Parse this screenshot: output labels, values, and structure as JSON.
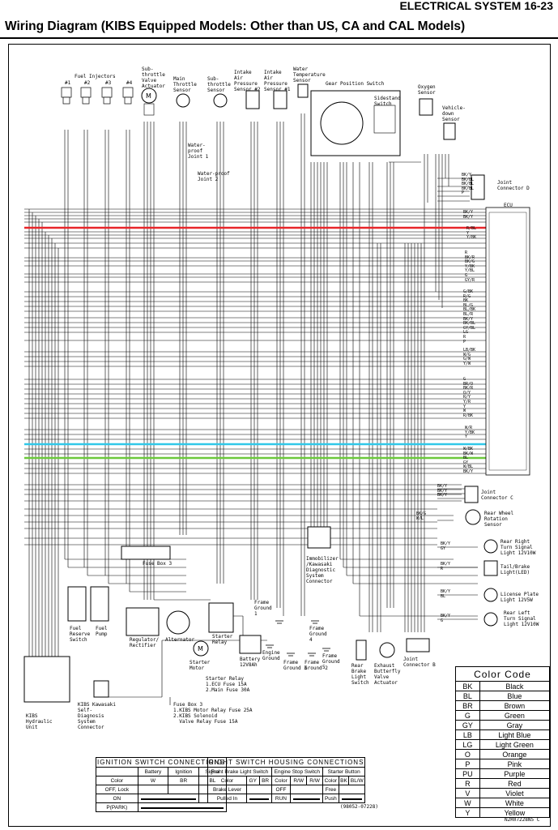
{
  "header": {
    "section": "ELECTRICAL SYSTEM 16-23",
    "title": "Wiring Diagram (KIBS Equipped Models: Other than US, CA and CAL Models)"
  },
  "components": {
    "fuel_injectors": "Fuel Injectors",
    "injector_numbers": [
      "#1",
      "#2",
      "#3",
      "#4"
    ],
    "subthrottle_actuator": "Sub-\nthrottle\nValve\nActuator",
    "main_throttle_sensor": "Main\nThrottle\nSensor",
    "subthrottle_sensor": "Sub-\nthrottle\nSensor",
    "intake_air_pressure_2": "Intake\nAir\nPressure\nSensor #2",
    "intake_air_pressure_1": "Intake\nAir\nPressure\nSensor #1",
    "water_temp_sensor": "Water\nTemperature\nSensor",
    "gear_position_switch": "Gear Position Switch",
    "sidestand_switch": "Sidestand\nSwitch",
    "oxygen_sensor": "Oxygen\nSensor",
    "vehicle_down_sensor": "Vehicle-\ndown\nSensor",
    "waterproof_joint_1": "Water-\nproof\nJoint 1",
    "waterproof_joint_2": "Water-proof\nJoint 2",
    "joint_connector_d": "Joint\nConnector D",
    "ecu": "ECU",
    "joint_connector_c": "Joint\nConnector C",
    "rear_wheel_sensor": "Rear Wheel\nRotation\nSensor",
    "rear_right_turn": "Rear Right\nTurn Signal\nLight 12V10W",
    "tail_brake": "Tail/Brake\nLight(LED)",
    "license_plate": "License Plate\nLight 12V5W",
    "rear_left_turn": "Rear Left\nTurn Signal\nLight 12V10W",
    "immobilizer_connector": "Immobilizer\n/Kawasaki\nDiagnostic\nSystem\nConnector",
    "fuse_box_3": "Fuse Box 3",
    "fuel_reserve_switch": "Fuel\nReserve\nSwitch",
    "fuel_pump": "Fuel\nPump",
    "regulator_rectifier": "Regulator/\nRectifier",
    "alternator": "Alternator",
    "starter_relay": "Starter\nRelay",
    "battery": "Battery\n12V8Ah",
    "frame_ground_1": "Frame\nGround\n1",
    "engine_ground": "Engine\nGround",
    "frame_ground_3": "Frame\nGround 3",
    "frame_ground_2": "Frame\nGround 2",
    "frame_ground_4": "Frame\nGround\n4",
    "frame_ground_5": "Frame\nGround\n5",
    "rear_brake_switch": "Rear\nBrake\nLight\nSwitch",
    "exhaust_valve_actuator": "Exhaust\nButterfly\nValve\nActuator",
    "joint_connector_b": "Joint\nConnector B",
    "starter_motor": "Starter\nMotor",
    "kibs_unit": "KIBS\nHydraulic\nUnit",
    "kibs_diag_connector": "KIBS Kawasaki\nSelf-\nDiagnosis\nSystem\nConnector",
    "starter_relay_note": "Starter Relay\n1.ECU Fuse 15A\n2.Main Fuse 30A",
    "fuse_box_3_note": "Fuse Box 3\n1.KIBS Motor Relay Fuse 25A\n2.KIBS Solenoid\n  Valve Relay Fuse 15A"
  },
  "wire_labels": {
    "joint_d_pins": "BK/Y\nBK/BL\nBK/BL\nBK/BL\nP",
    "ecu_pins_a": "BK/Y\nBK/Y",
    "ecu_pins_b": "R/BL\nY\nY/BK",
    "ecu_pins_c": "R\nBK/R\nBK/G\nY/BK\nY/BL\nG\nGY/R",
    "ecu_pins_d": "G/BK\nR/G\nBK\nBL/G\nBL/BK\nBL/R\nBK/Y\nBK/BL\nGY/BL\nLG\nR\nP",
    "ecu_pins_e": "LB/BK\nW/G\nG/W\nY/W",
    "ecu_pins_f": "G\nBR/O\nBK/R\nO/Y\nR/Y\nY/R\nY\nW\nR/BK",
    "ecu_pins_g": "W/R\nY/BK\nY",
    "ecu_pins_h": "W/BK\nBK/W\nBL\nGY\nW/BL\nBK/Y",
    "joint_c_pins": "BK/Y\nBK/Y\nBK/Y",
    "rear_wheel_pins": "BK/G\nW/L",
    "turn_r_pins": "BK/Y\nGY",
    "tail_pins": "BK/Y\nR",
    "lic_pins": "BK/Y\nBL",
    "turn_l_pins": "BK/Y\nG"
  },
  "color_code": {
    "title": "Color Code",
    "rows": [
      {
        "code": "BK",
        "name": "Black"
      },
      {
        "code": "BL",
        "name": "Blue"
      },
      {
        "code": "BR",
        "name": "Brown"
      },
      {
        "code": "G",
        "name": "Green"
      },
      {
        "code": "GY",
        "name": "Gray"
      },
      {
        "code": "LB",
        "name": "Light Blue"
      },
      {
        "code": "LG",
        "name": "Light Green"
      },
      {
        "code": "O",
        "name": "Orange"
      },
      {
        "code": "P",
        "name": "Pink"
      },
      {
        "code": "PU",
        "name": "Purple"
      },
      {
        "code": "R",
        "name": "Red"
      },
      {
        "code": "V",
        "name": "Violet"
      },
      {
        "code": "W",
        "name": "White"
      },
      {
        "code": "Y",
        "name": "Yellow"
      }
    ]
  },
  "ignition_table": {
    "title": "IGNITION SWITCH CONNECTIONS",
    "headers": [
      "",
      "Battery",
      "Ignition",
      "Signal"
    ],
    "color_row": [
      "Color",
      "W",
      "BR",
      "BL"
    ],
    "rows": [
      "OFF, Lock",
      "ON",
      "P(PARK)"
    ]
  },
  "right_switch_table": {
    "title": "RIGHT SWITCH HOUSING CONNECTIONS",
    "groups": [
      "Front Brake Light Switch",
      "Engine Stop Switch",
      "Starter Button"
    ],
    "color_row": [
      "Color",
      "GY",
      "BR",
      "Color",
      "R/W",
      "R/W",
      "Color",
      "BK",
      "BL/W"
    ],
    "row1": [
      "Brake Lever",
      "",
      "OFF",
      "",
      "Free",
      ""
    ],
    "row2": [
      "Pulled In",
      "",
      "RUN",
      "",
      "Push",
      ""
    ]
  },
  "footer": {
    "part_code": "(98052-07228)",
    "drawing_no": "N2R07228N5 C"
  },
  "highlight_colors": {
    "red_wire": "#e8262a",
    "cyan_wire": "#30c8e8",
    "green_wire": "#6cc83c"
  }
}
